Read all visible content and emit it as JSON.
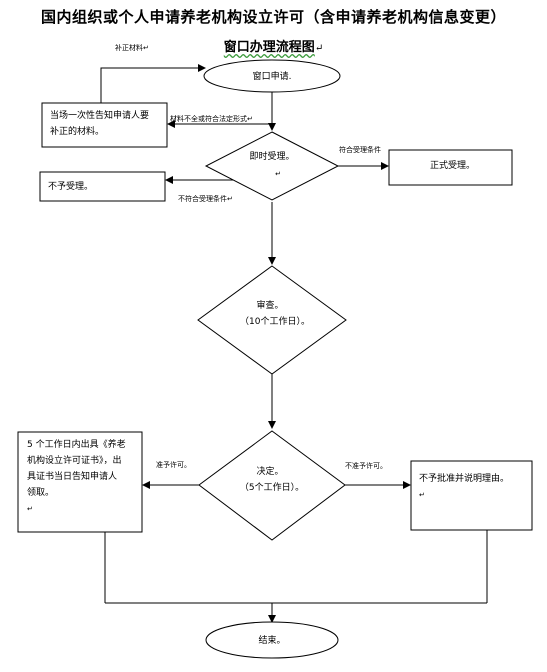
{
  "title": {
    "line1": "国内组织或个人申请养老机构设立许可（含申请养老机构信息变更）",
    "line2_prefix": "窗口办理流程图",
    "line2_suffix": "↵"
  },
  "nodes": {
    "apply": "窗口申请.",
    "correct_box": [
      "当场一次性告知申请人要",
      "补正的材料。"
    ],
    "accept_check": "即时受理。",
    "accept_check_mark": "↵",
    "formal_accept": "正式受理。",
    "reject": "不予受理。",
    "review": "审查。",
    "review_days": "（10个工作日）。",
    "decision": "决定。",
    "decision_days": "（5个工作日）。",
    "permit_box": [
      "5 个工作日内出具《养老",
      "机构设立许可证书》，出",
      "具证书当日告知申请人",
      "领取。",
      "↵"
    ],
    "deny_box": [
      "不予批准并说明理由。",
      "↵"
    ],
    "end": "结束。"
  },
  "edge_labels": {
    "supplement": "补正材料↵",
    "incomplete": "材料不全或符合法定形式↵",
    "meets": "符合受理条件",
    "not_meets": "不符合受理条件↵",
    "grant": "准予许可。",
    "deny": "不准予许可。"
  }
}
